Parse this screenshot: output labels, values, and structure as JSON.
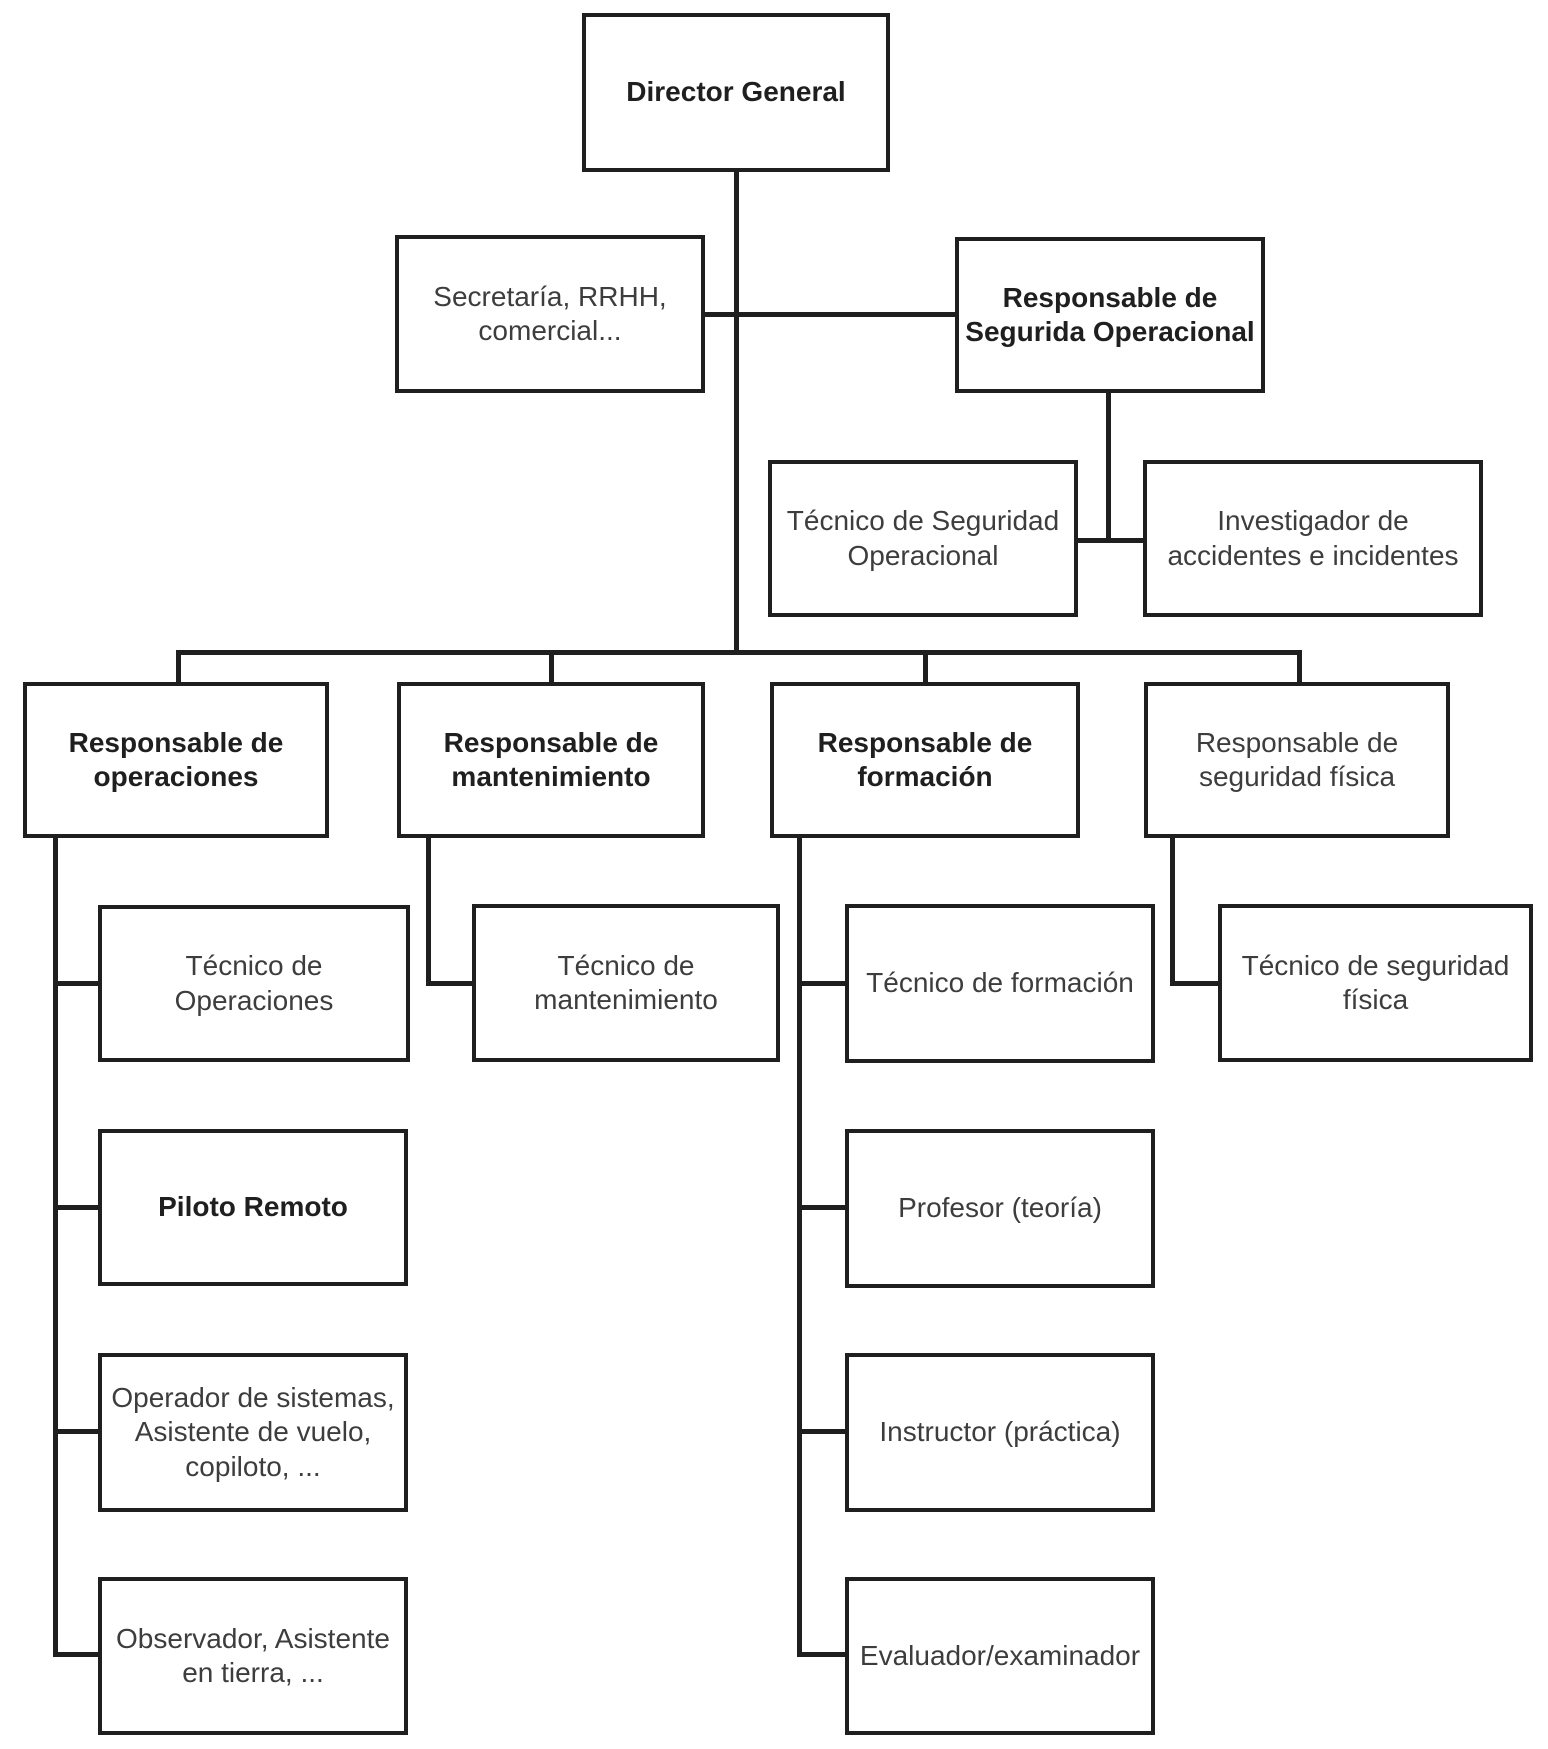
{
  "diagram": {
    "type": "org-chart",
    "line_color": "#1f1f1f",
    "box_background": "#ffffff",
    "nodes": {
      "director": {
        "label": "Director General",
        "bold": true
      },
      "secretaria": {
        "label": "Secretaría, RRHH, comercial...",
        "bold": false
      },
      "resp_seguridad_operacional": {
        "label": "Responsable de Segurida Operacional",
        "bold": true
      },
      "tecnico_seguridad_operacional": {
        "label": "Técnico de Seguridad Operacional",
        "bold": false
      },
      "investigador_accidentes": {
        "label": "Investigador de accidentes e incidentes",
        "bold": false
      },
      "resp_operaciones": {
        "label": "Responsable de operaciones",
        "bold": true
      },
      "resp_mantenimiento": {
        "label": "Responsable de mantenimiento",
        "bold": true
      },
      "resp_formacion": {
        "label": "Responsable de formación",
        "bold": true
      },
      "resp_seguridad_fisica": {
        "label": "Responsable de seguridad física",
        "bold": false
      },
      "tecnico_operaciones": {
        "label": "Técnico de Operaciones",
        "bold": false
      },
      "piloto_remoto": {
        "label": "Piloto Remoto",
        "bold": true
      },
      "operador_sistemas": {
        "label": "Operador de sistemas, Asistente de vuelo, copiloto, ...",
        "bold": false
      },
      "observador": {
        "label": "Observador, Asistente en tierra, ...",
        "bold": false
      },
      "tecnico_mantenimiento": {
        "label": "Técnico de mantenimiento",
        "bold": false
      },
      "tecnico_formacion": {
        "label": "Técnico de formación",
        "bold": false
      },
      "profesor_teoria": {
        "label": "Profesor (teoría)",
        "bold": false
      },
      "instructor_practica": {
        "label": "Instructor (práctica)",
        "bold": false
      },
      "evaluador_examinador": {
        "label": "Evaluador/examinador",
        "bold": false
      },
      "tecnico_seguridad_fisica": {
        "label": "Técnico de seguridad física",
        "bold": false
      }
    }
  }
}
